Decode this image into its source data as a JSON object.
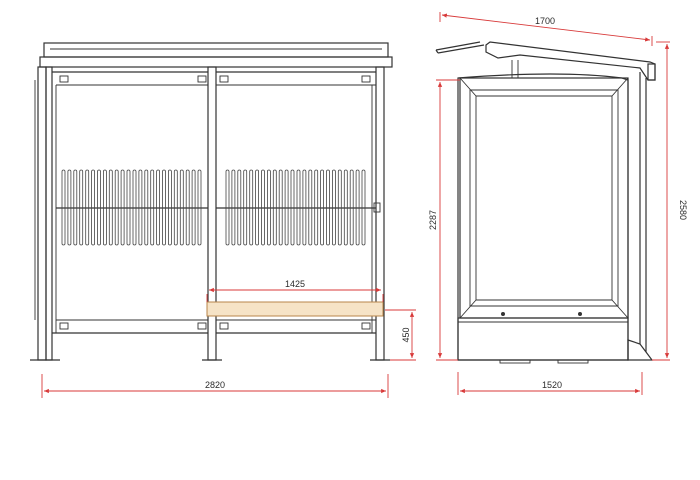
{
  "dimensions": {
    "width_front": "2820",
    "bench_width": "1425",
    "bench_height": "450",
    "depth_roof": "1700",
    "panel_height": "2287",
    "total_height": "2580",
    "base_width": "1520"
  },
  "colors": {
    "dimension_lines": "#d83a3a",
    "structure_lines": "#333333",
    "bench_fill": "#f6e3c6"
  }
}
